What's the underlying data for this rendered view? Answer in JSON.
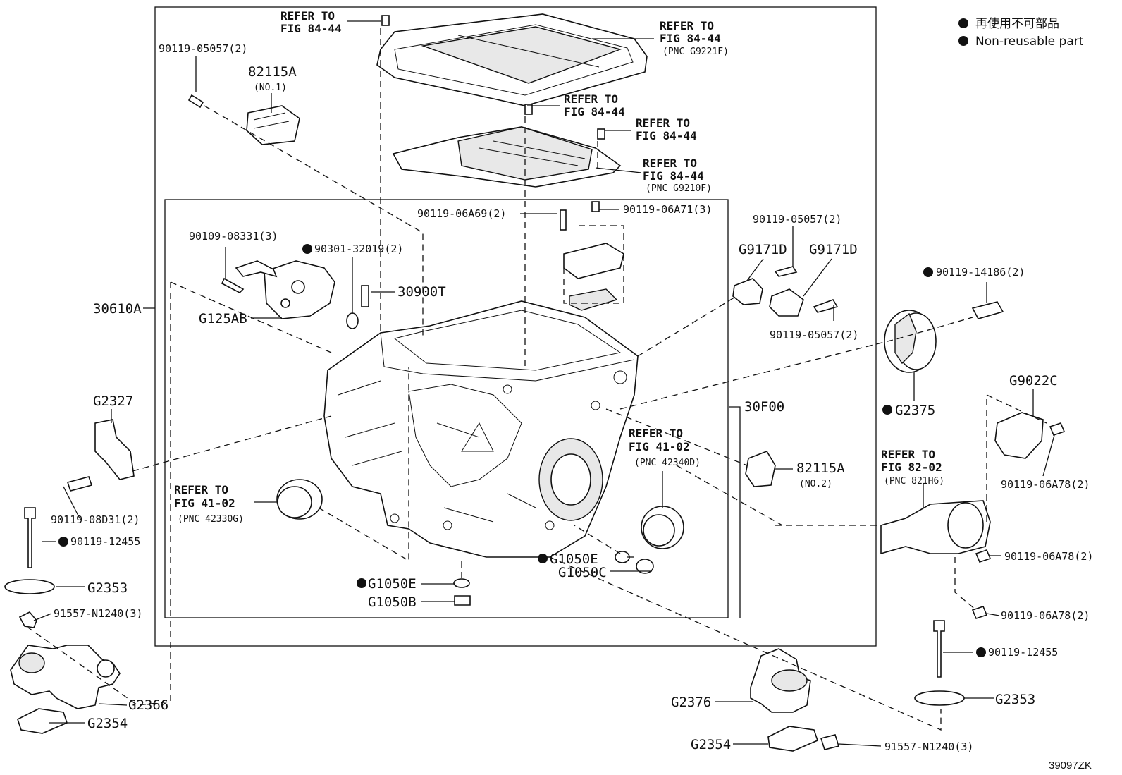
{
  "legend": {
    "jp": "再使用不可部品",
    "en": "Non-reusable part"
  },
  "drawing_id": "39097ZK",
  "refs": {
    "r1": [
      "REFER TO",
      "FIG 84-44"
    ],
    "r2": [
      "REFER TO",
      "FIG 84-44",
      "(PNC G9221F)"
    ],
    "r3": [
      "REFER TO",
      "FIG 84-44"
    ],
    "r4": [
      "REFER TO",
      "FIG 84-44"
    ],
    "r5": [
      "REFER TO",
      "FIG 84-44",
      "(PNC G9210F)"
    ],
    "r6": [
      "REFER TO",
      "FIG 41-02",
      "(PNC 42340D)"
    ],
    "r7": [
      "REFER TO",
      "FIG 41-02",
      "(PNC 42330G)"
    ],
    "r8": [
      "REFER TO",
      "FIG 82-02",
      "(PNC 821H6)"
    ]
  },
  "labels": {
    "p90119_05057_a": "90119-05057(2)",
    "p82115A_1": "82115A",
    "p82115A_1_sub": "(NO.1)",
    "p90119_06A69": "90119-06A69(2)",
    "p90119_06A71": "90119-06A71(3)",
    "p90119_05057_b": "90119-05057(2)",
    "pG9171D_a": "G9171D",
    "pG9171D_b": "G9171D",
    "p90119_05057_c": "90119-05057(2)",
    "p90119_14186": "90119-14186(2)",
    "p90109_08331": "90109-08331(3)",
    "p90301_32019": "90301-32019(2)",
    "p30900T": "30900T",
    "p30610A": "30610A",
    "pG125AB": "G125AB",
    "pG2375": "G2375",
    "pG9022C": "G9022C",
    "p30F00": "30F00",
    "pG2327": "G2327",
    "p82115A_2": "82115A",
    "p82115A_2_sub": "(NO.2)",
    "p90119_06A78_a": "90119-06A78(2)",
    "p90119_08D31": "90119-08D31(2)",
    "p90119_12455_a": "90119-12455",
    "pG1050E_a": "G1050E",
    "pG1050C": "G1050C",
    "p90119_06A78_b": "90119-06A78(2)",
    "pG2353_a": "G2353",
    "pG1050E_b": "G1050E",
    "pG1050B": "G1050B",
    "p90119_06A78_c": "90119-06A78(2)",
    "p91557_N1240_a": "91557-N1240(3)",
    "p90119_12455_b": "90119-12455",
    "pG2366": "G2366",
    "pG2354_a": "G2354",
    "pG2376": "G2376",
    "pG2353_b": "G2353",
    "pG2354_b": "G2354",
    "p91557_N1240_b": "91557-N1240(3)"
  }
}
